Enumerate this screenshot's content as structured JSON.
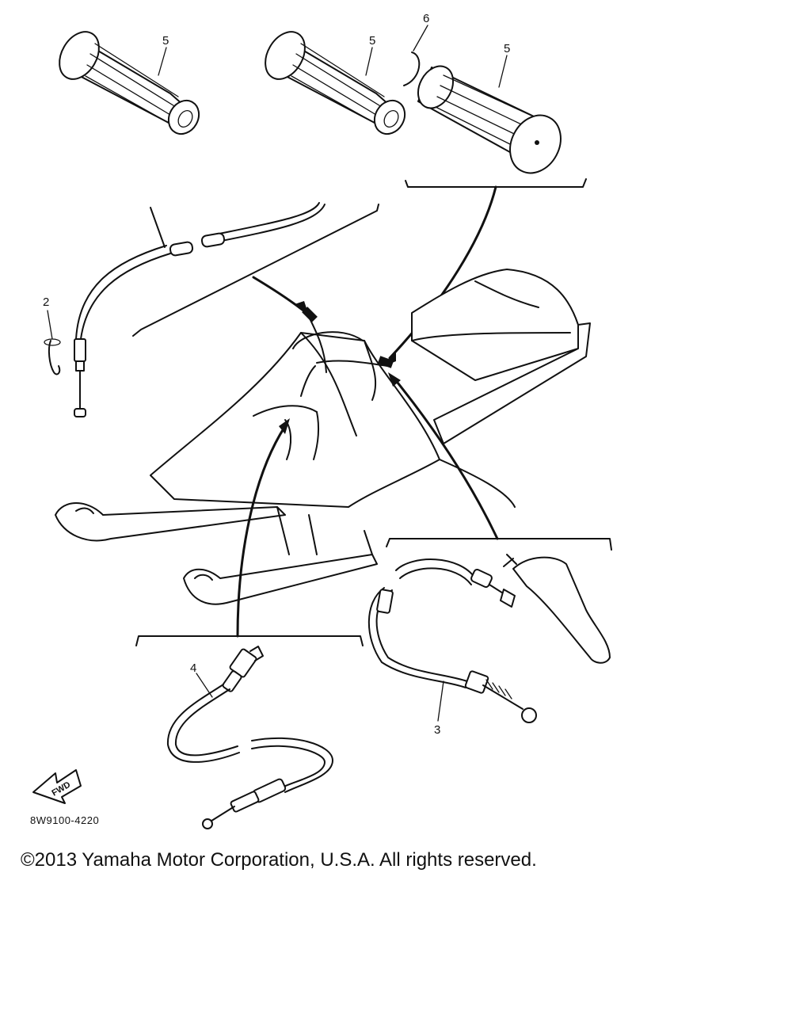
{
  "diagram": {
    "callouts": {
      "grip_left": "5",
      "grip_middle": "5",
      "grip_right": "5",
      "part_6": "6",
      "part_2": "2",
      "part_3": "3",
      "part_4": "4"
    },
    "fwd_label": "FWD",
    "ref_code": "8W9100-4220"
  },
  "footer": {
    "copyright": "©2013 Yamaha Motor Corporation, U.S.A. All rights reserved."
  }
}
